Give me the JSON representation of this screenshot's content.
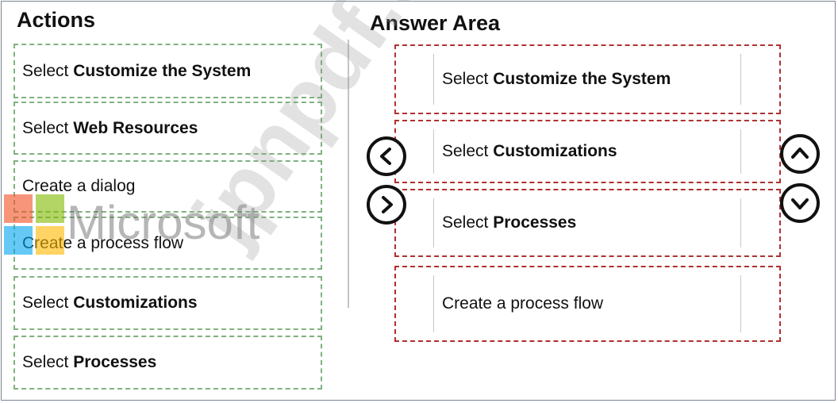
{
  "actions": {
    "title": "Actions",
    "items": [
      {
        "prefix": "Select ",
        "bold": "Customize the System"
      },
      {
        "prefix": "Select ",
        "bold": "Web Resources"
      },
      {
        "prefix": "Create a dialog",
        "bold": ""
      },
      {
        "prefix": "Create a process flow",
        "bold": ""
      },
      {
        "prefix": "Select ",
        "bold": "Customizations"
      },
      {
        "prefix": "Select ",
        "bold": "Processes"
      }
    ]
  },
  "answer": {
    "title": "Answer Area",
    "items": [
      {
        "prefix": "Select ",
        "bold": "Customize the System"
      },
      {
        "prefix": "Select ",
        "bold": "Customizations"
      },
      {
        "prefix": "Select ",
        "bold": "Processes"
      },
      {
        "prefix": "Create a process flow",
        "bold": ""
      }
    ]
  },
  "controls": {
    "move_left_icon": "chevron-left-icon",
    "move_right_icon": "chevron-right-icon",
    "move_up_icon": "chevron-up-icon",
    "move_down_icon": "chevron-down-icon"
  },
  "watermarks": {
    "logo_text": "Microsoft",
    "site_text": "jpnpdf.com"
  },
  "colors": {
    "action_border": "#7fb27f",
    "answer_border": "#b03030",
    "logo_red": "#f25022",
    "logo_green": "#7fba00",
    "logo_blue": "#00a4ef",
    "logo_yellow": "#ffb900"
  }
}
